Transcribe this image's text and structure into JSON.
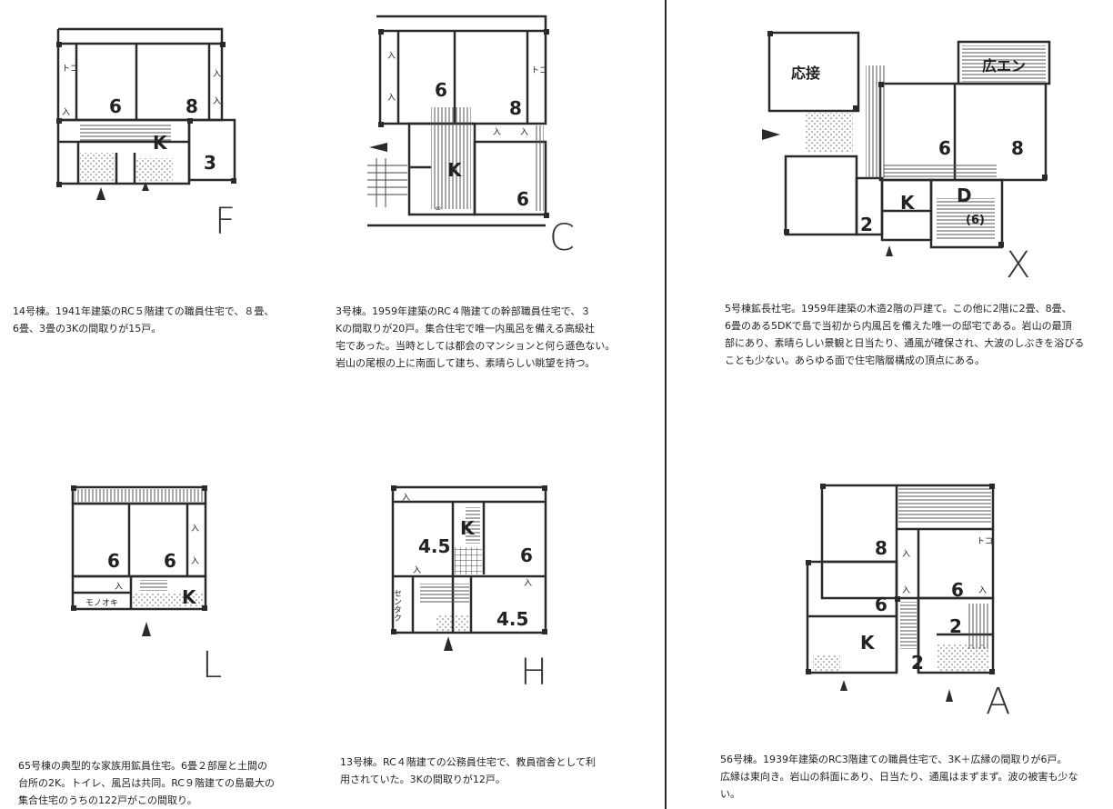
{
  "plans": [
    {
      "id": "F",
      "letter": "F",
      "rooms": [
        "6",
        "8",
        "K",
        "3"
      ],
      "marks": [
        "トコ",
        "入",
        "入",
        "入"
      ],
      "caption": "14号棟。1941年建築のRC５階建ての職員住宅で、８畳、\n6畳、3畳の3Kの間取りが15戸。"
    },
    {
      "id": "C",
      "letter": "C",
      "rooms": [
        "6",
        "8",
        "K",
        "6"
      ],
      "marks": [
        "入",
        "入",
        "トコ",
        "入",
        "入",
        "∞"
      ],
      "caption": "3号棟。1959年建築のRC４階建ての幹部職員住宅で、３\nKの間取りが20戸。集合住宅で唯一内風呂を備える高級社\n宅であった。当時としては都会のマンションと何ら遜色ない。\n岩山の尾根の上に南面して建ち、素晴らしい眺望を持つ。"
    },
    {
      "id": "X",
      "letter": "X",
      "rooms": [
        "応接",
        "広エン",
        "6",
        "8",
        "K",
        "D",
        "(6)",
        "2"
      ],
      "marks": [],
      "caption": "5号棟鉱長社宅。1959年建築の木造2階の戸建て。この他に2階に2畳、8畳、\n6畳のある5DKで島で当初から内風呂を備えた唯一の邸宅である。岩山の最頂\n部にあり、素晴らしい景観と日当たり、通風が確保され、大波のしぶきを浴びる\nことも少ない。あらゆる面で住宅階層構成の頂点にある。"
    },
    {
      "id": "L",
      "letter": "L",
      "rooms": [
        "6",
        "6",
        "K"
      ],
      "marks": [
        "入",
        "入",
        "入",
        "モノオキ"
      ],
      "caption": "65号棟の典型的な家族用鉱員住宅。6畳２部屋と土間の\n台所の2K。トイレ、風呂は共同。RC９階建ての島最大の\n集合住宅のうちの122戸がこの間取り。"
    },
    {
      "id": "H",
      "letter": "H",
      "rooms": [
        "K",
        "4.5",
        "6",
        "4.5"
      ],
      "marks": [
        "入",
        "入",
        "入",
        "センタク"
      ],
      "caption": "13号棟。RC４階建ての公務員住宅で、教員宿舎として利\n用されていた。3Kの間取りが12戸。"
    },
    {
      "id": "A",
      "letter": "A",
      "rooms": [
        "8",
        "6",
        "6",
        "2",
        "K",
        "2"
      ],
      "marks": [
        "入",
        "トコ",
        "入",
        "入"
      ],
      "caption": "56号棟。1939年建築のRC3階建ての職員住宅で、3K＋広縁の間取りが6戸。\n広縁は東向き。岩山の斜面にあり、日当たり、通風はまずまず。波の被害も少な\nい。"
    }
  ],
  "colors": {
    "ink": "#2a2a2a",
    "hatch": "#555555",
    "dots": "#666666",
    "paper": "#ffffff"
  }
}
